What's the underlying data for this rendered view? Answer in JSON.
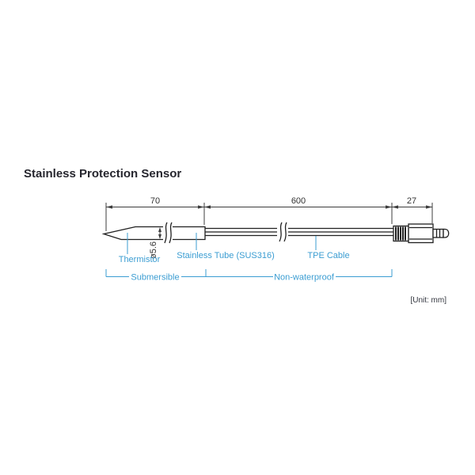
{
  "title": "Stainless Protection Sensor",
  "unit_note": "[Unit: mm]",
  "dimensions": {
    "probe_length": "70",
    "cable_length": "600",
    "connector_length": "27",
    "probe_diameter": "ø5.6"
  },
  "part_labels": {
    "thermistor": "Thermistor",
    "stainless_tube": "Stainless Tube (SUS316)",
    "tpe_cable": "TPE Cable"
  },
  "zone_labels": {
    "submersible": "Submersible",
    "non_waterproof": "Non-waterproof"
  },
  "colors": {
    "drawing_line": "#1f1f1f",
    "dimension_line": "#3c3c3c",
    "label_blue": "#3b9dd2",
    "title_text": "#26262e",
    "background": "#ffffff"
  }
}
